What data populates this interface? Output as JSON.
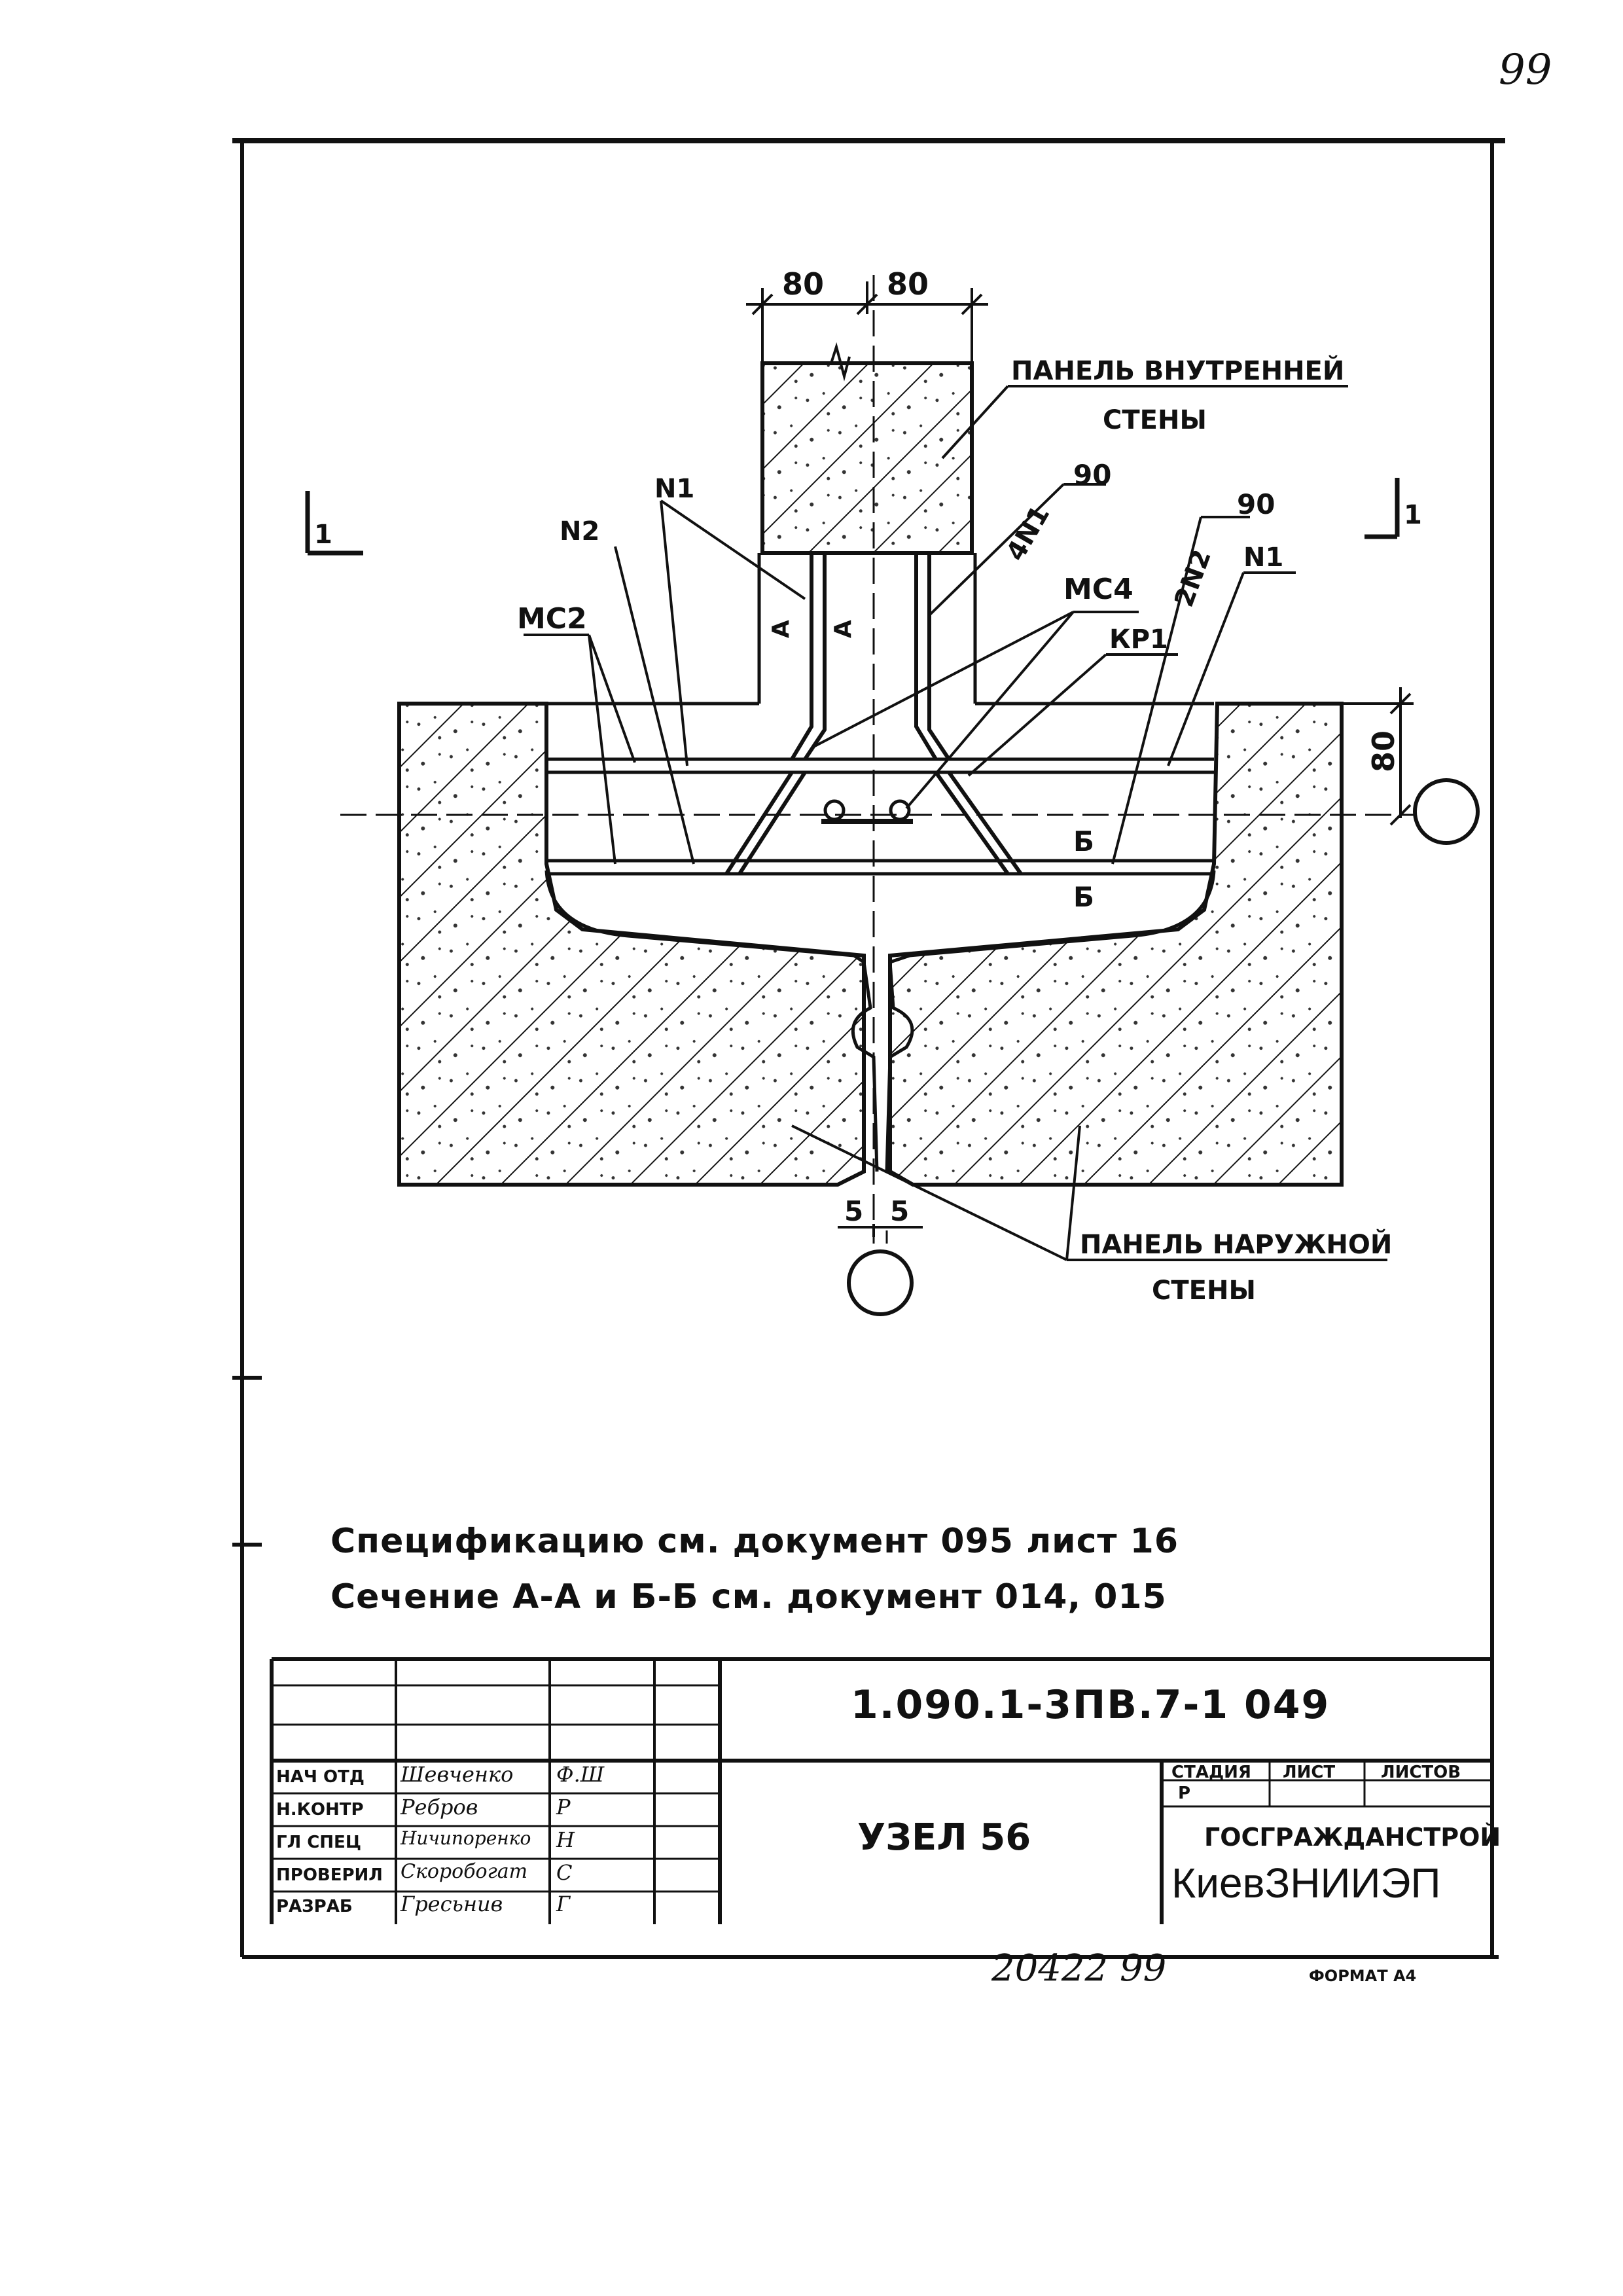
{
  "page_number": "99",
  "drawing": {
    "dims": {
      "top_left": "80",
      "top_right": "80",
      "right_vertical": "80",
      "bottom_left": "5",
      "bottom_right": "5",
      "note_90_a": "90",
      "note_90_b": "90"
    },
    "labels": {
      "inner_panel_line1": "ПАНЕЛЬ ВНУТРЕННЕЙ",
      "inner_panel_line2": "СТЕНЫ",
      "outer_panel_line1": "ПАНЕЛЬ НАРУЖНОЙ",
      "outer_panel_line2": "СТЕНЫ",
      "n1_left": "N1",
      "n2": "N2",
      "mc2": "МС2",
      "mc4": "МС4",
      "kp1": "КР1",
      "n4": "4N1",
      "n2_right": "2N2",
      "n1_right": "N1",
      "a_left": "А",
      "a_right": "А",
      "b_upper": "Б",
      "b_lower": "Б",
      "section_left": "1",
      "section_right": "1"
    }
  },
  "notes": {
    "line1": "Спецификацию  см. документ 095 лист 16",
    "line2": "Сечение А-А и Б-Б см. документ  014, 015"
  },
  "title_block": {
    "doc_code": "1.090.1-3ПВ.7-1   049",
    "title": "УЗЕЛ 56",
    "stage_header": "СТАДИЯ",
    "sheet_header": "ЛИСТ",
    "sheets_header": "ЛИСТОВ",
    "stage_value": "Р",
    "org_line1": "ГОСГРАЖДАНСТРОЙ",
    "org_line2": "КиевЗНИИЭП",
    "rows": [
      {
        "role": "НАЧ ОТД",
        "name": "Шевченко",
        "sign": "Ф.Ш"
      },
      {
        "role": "Н.КОНТР",
        "name": "Ребров",
        "sign": "Р"
      },
      {
        "role": "ГЛ СПЕЦ",
        "name": "Ничипоренко",
        "sign": "Н"
      },
      {
        "role": "ПРОВЕРИЛ",
        "name": "Скоробогат",
        "sign": "С"
      },
      {
        "role": "РАЗРАБ",
        "name": "Гресьнив",
        "sign": "Г"
      }
    ]
  },
  "footer": {
    "inventory": "20422   99",
    "format": "ФОРМАТ А4"
  }
}
